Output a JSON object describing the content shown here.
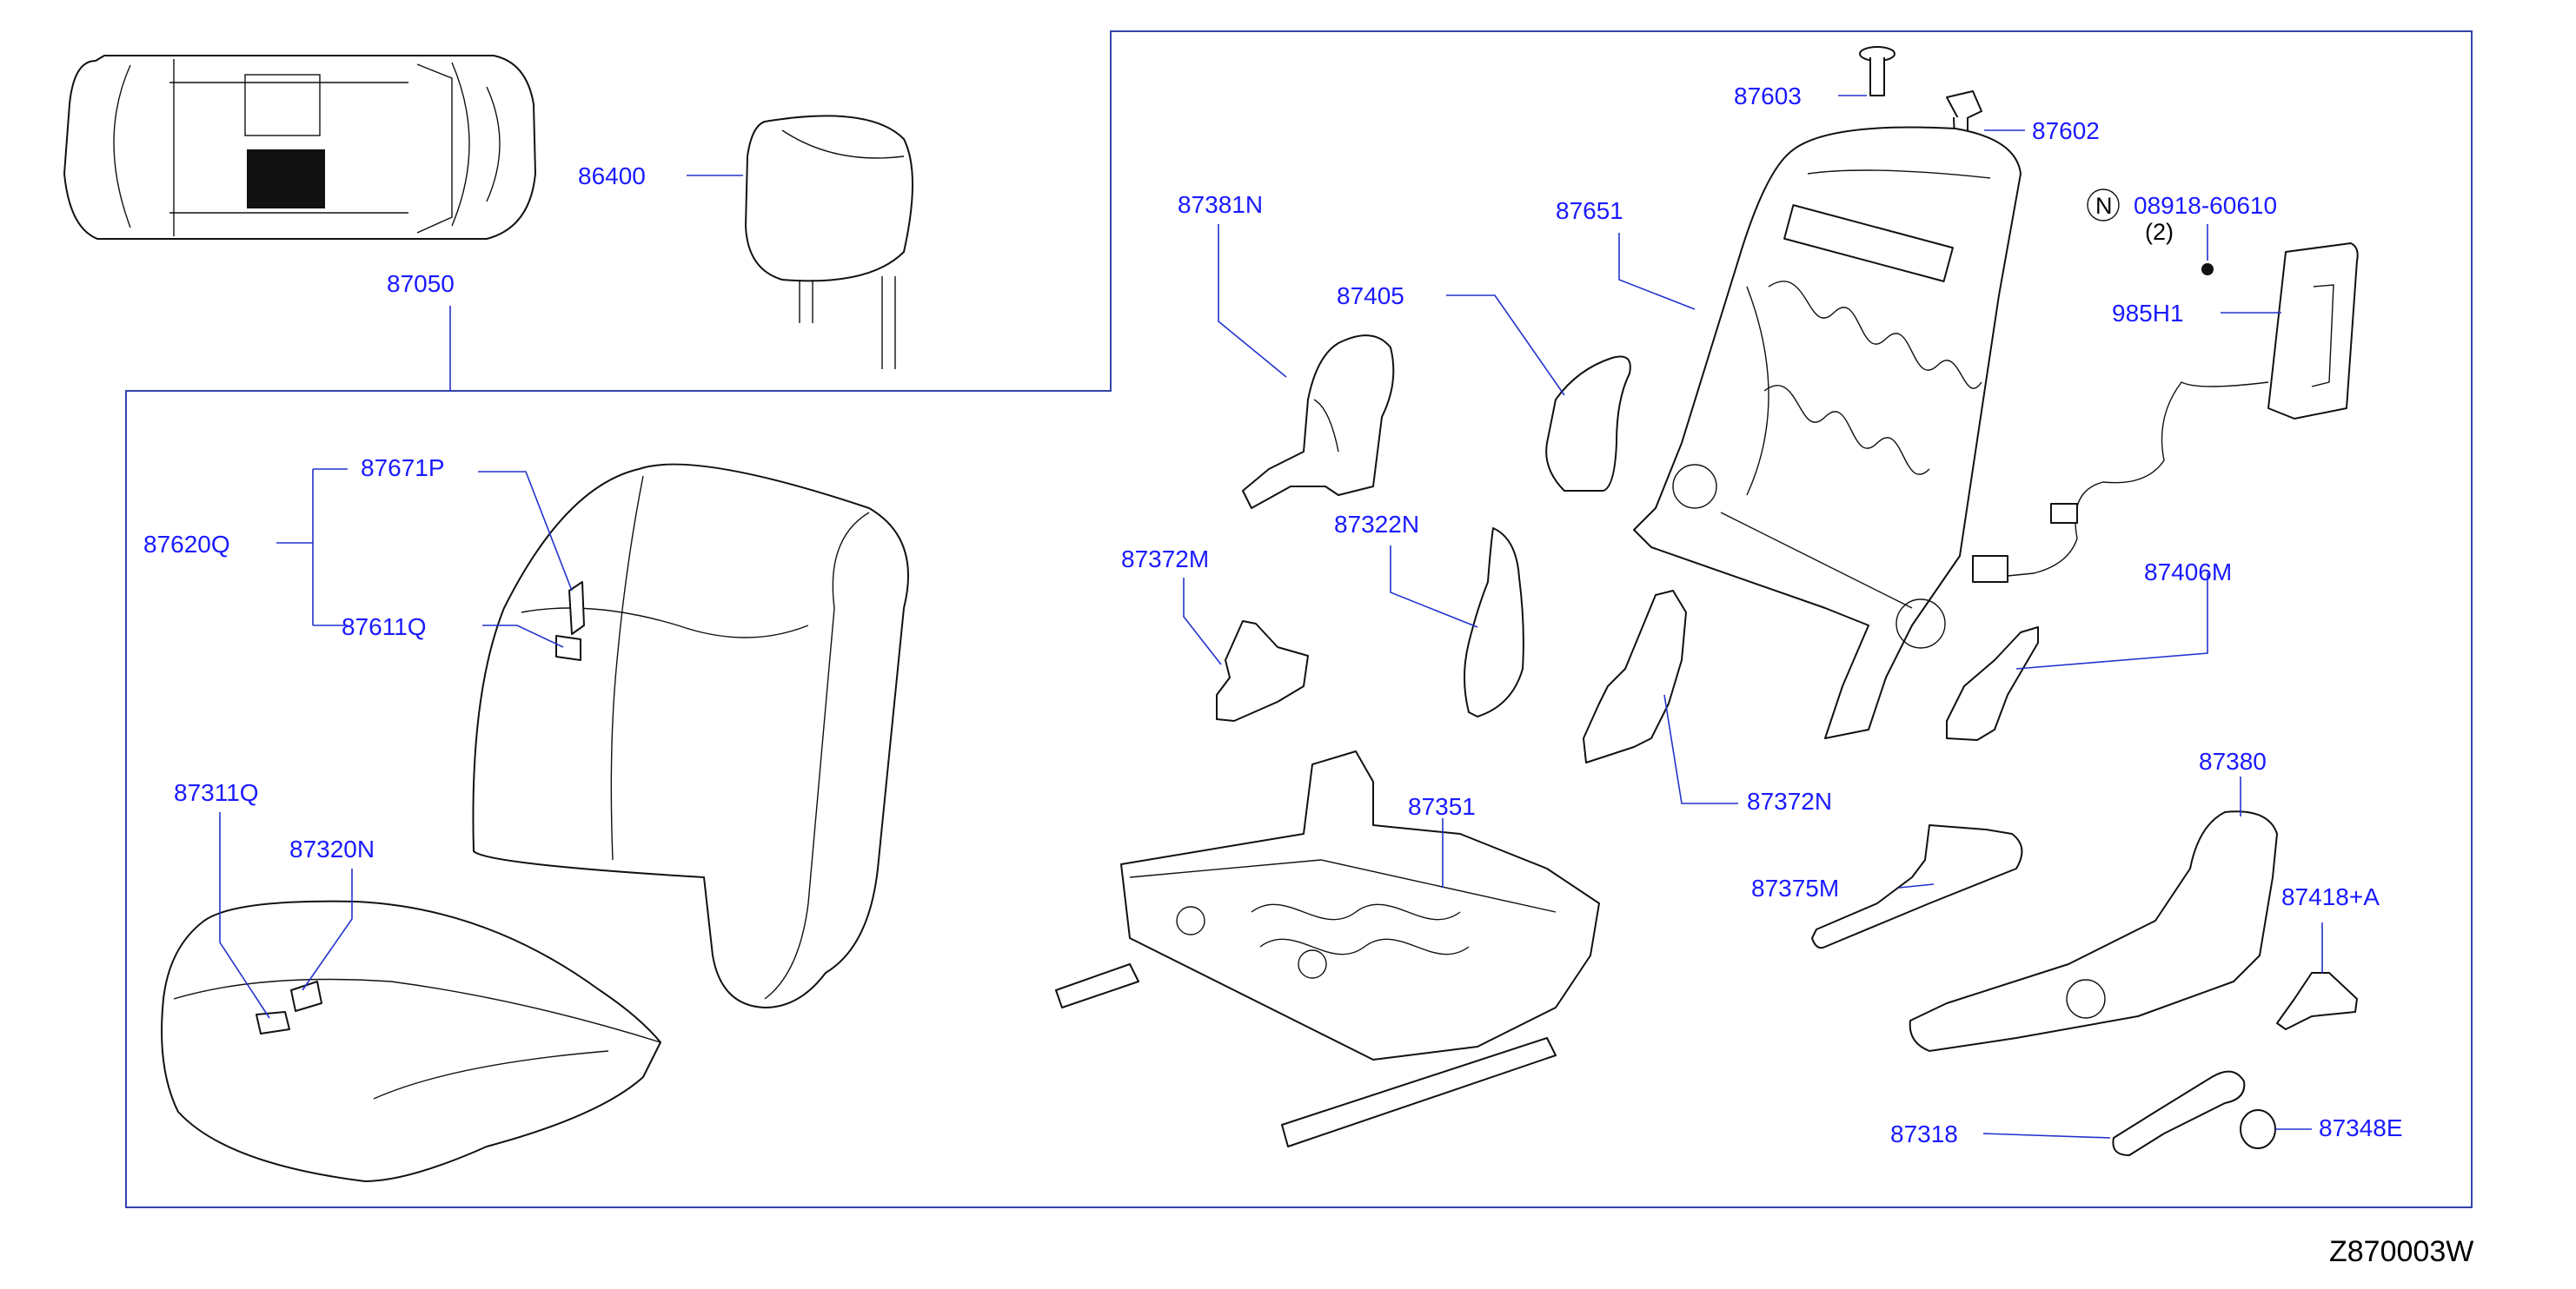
{
  "diagram_ref": "Z870003W",
  "parts": {
    "p86400": "86400",
    "p87050": "87050",
    "p87671P": "87671P",
    "p87620Q": "87620Q",
    "p87611Q": "87611Q",
    "p87311Q": "87311Q",
    "p87320N": "87320N",
    "p87603": "87603",
    "p87602": "87602",
    "p87381N": "87381N",
    "p87651": "87651",
    "p87405": "87405",
    "p08918": "08918-60610",
    "p08918_qty": "(2)",
    "p08918_mark": "N",
    "p985H1": "985H1",
    "p87322N": "87322N",
    "p87372M": "87372M",
    "p87406M": "87406M",
    "p87351": "87351",
    "p87372N": "87372N",
    "p87380": "87380",
    "p87375M": "87375M",
    "p87418A": "87418+A",
    "p87318": "87318",
    "p87348E": "87348E"
  },
  "colors": {
    "label": "#1a1aff",
    "leader": "#2233cc",
    "line": "#111111"
  }
}
